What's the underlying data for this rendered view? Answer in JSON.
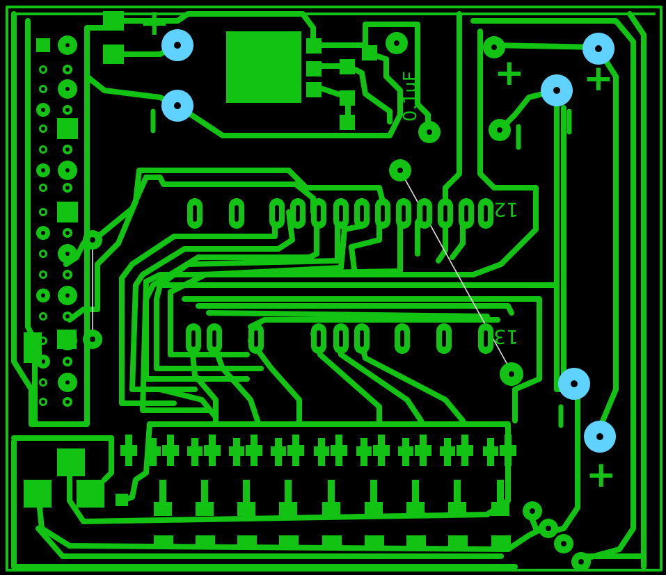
{
  "colors": {
    "background": "#000000",
    "copper": "#13c313",
    "via_pad": "#5fd2ff",
    "jumper": "#e0e0e0"
  },
  "labels": {
    "capacitor_value": "0.1uF",
    "pin_12": "12",
    "pin_13": "13",
    "plus": "+",
    "minus": "|"
  },
  "parts": {
    "regulator": "regulator-tab",
    "header": "header-pin-column",
    "top_connector": "top-connector-row",
    "bottom_connector": "bottom-connector-row",
    "transistor_array": "transistor-array",
    "resistor_row": "resistor-pad-row"
  }
}
